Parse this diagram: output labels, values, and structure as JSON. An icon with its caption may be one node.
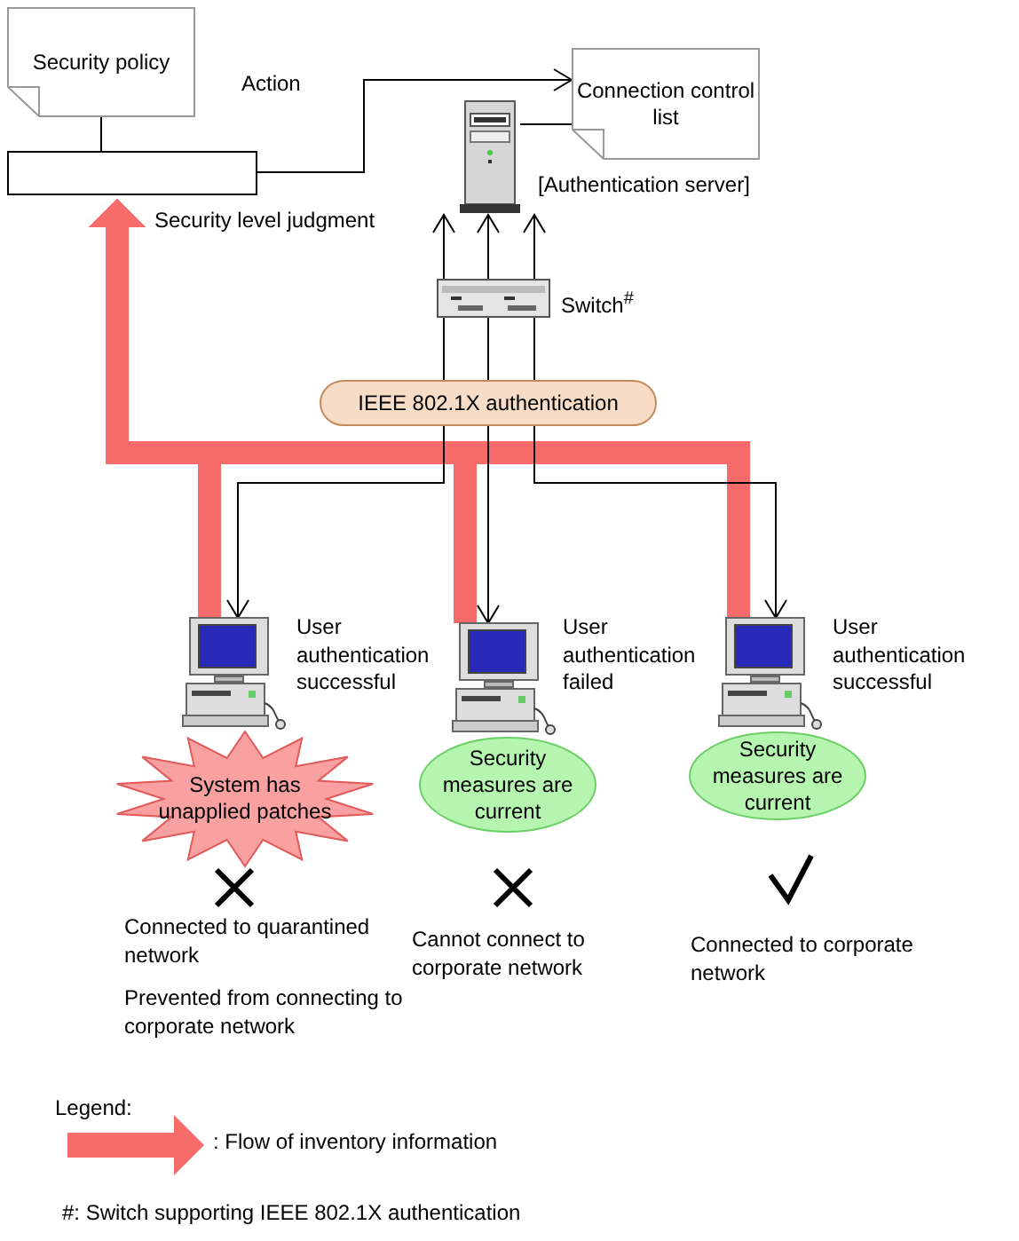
{
  "diagram": {
    "nodes": [
      {
        "text": [
          "Security policy"
        ]
      },
      {
        "text": [],
        "shape": "box"
      },
      {
        "text": [
          "Connection control list"
        ]
      },
      {
        "text": [],
        "shape": "picture",
        "beside": [
          "[Authentication server]"
        ]
      },
      {
        "text": [],
        "shape": "picture",
        "beside": [
          "Switch$^{#}$"
        ]
      },
      {
        "text": [
          "IEEE 802.1X authentication"
        ]
      },
      {
        "text": [],
        "shape": "picture",
        "beside": [
          "User authentication successful"
        ]
      },
      {
        "text": [
          "System has unapplied patches"
        ]
      },
      {
        "text": [],
        "shape": "picture",
        "beside": [
          "User authentication failed"
        ]
      },
      {
        "text": [
          "Security measures are current"
        ]
      },
      {
        "text": [],
        "shape": "picture",
        "beside": [
          "User authentication successful"
        ]
      },
      {
        "text": [
          "Security measures are current"
        ]
      }
    ],
    "edges": [
      {
        "from": 0,
        "to": 1,
        "arrow": "none"
      },
      {
        "from": 1,
        "to": 2,
        "arrow": "to",
        "label": "Action"
      },
      {
        "from": 3,
        "to": 2,
        "arrow": "none"
      },
      {
        "from": 4,
        "to": 3,
        "arrow": "to"
      },
      {
        "from": 4,
        "to": 3,
        "arrow": "to"
      },
      {
        "from": 4,
        "to": 3,
        "arrow": "to"
      },
      {
        "from": 5,
        "to": 4,
        "arrow": "none"
      },
      {
        "from": 5,
        "to": 4,
        "arrow": "none"
      },
      {
        "from": 5,
        "to": 4,
        "arrow": "none"
      },
      {
        "from": 5,
        "to": 6,
        "arrow": "to"
      },
      {
        "from": 5,
        "to": 8,
        "arrow": "to"
      },
      {
        "from": 5,
        "to": 10,
        "arrow": "to"
      },
      {
        "from": 6,
        "to": 1,
        "arrow": "to",
        "style": "thick",
        "color": "#f76b6b"
      },
      {
        "from": 8,
        "to": 1,
        "arrow": "to",
        "style": "thick",
        "color": "#f76b6b"
      },
      {
        "from": 10,
        "to": 1,
        "arrow": "to",
        "style": "thick",
        "color": "#f76b6b"
      }
    ],
    "labels": [
      "Security level judgment",
      "Connected to quarantined network",
      "Prevented from connecting to corporate network",
      "Cannot connect to corporate network",
      "Connected to corporate network",
      "Legend:",
      "#: Switch supporting IEEE 802.1X authentication"
    ],
    "legend": [
      {
        "text": ": Flow of inventory information"
      }
    ]
  }
}
